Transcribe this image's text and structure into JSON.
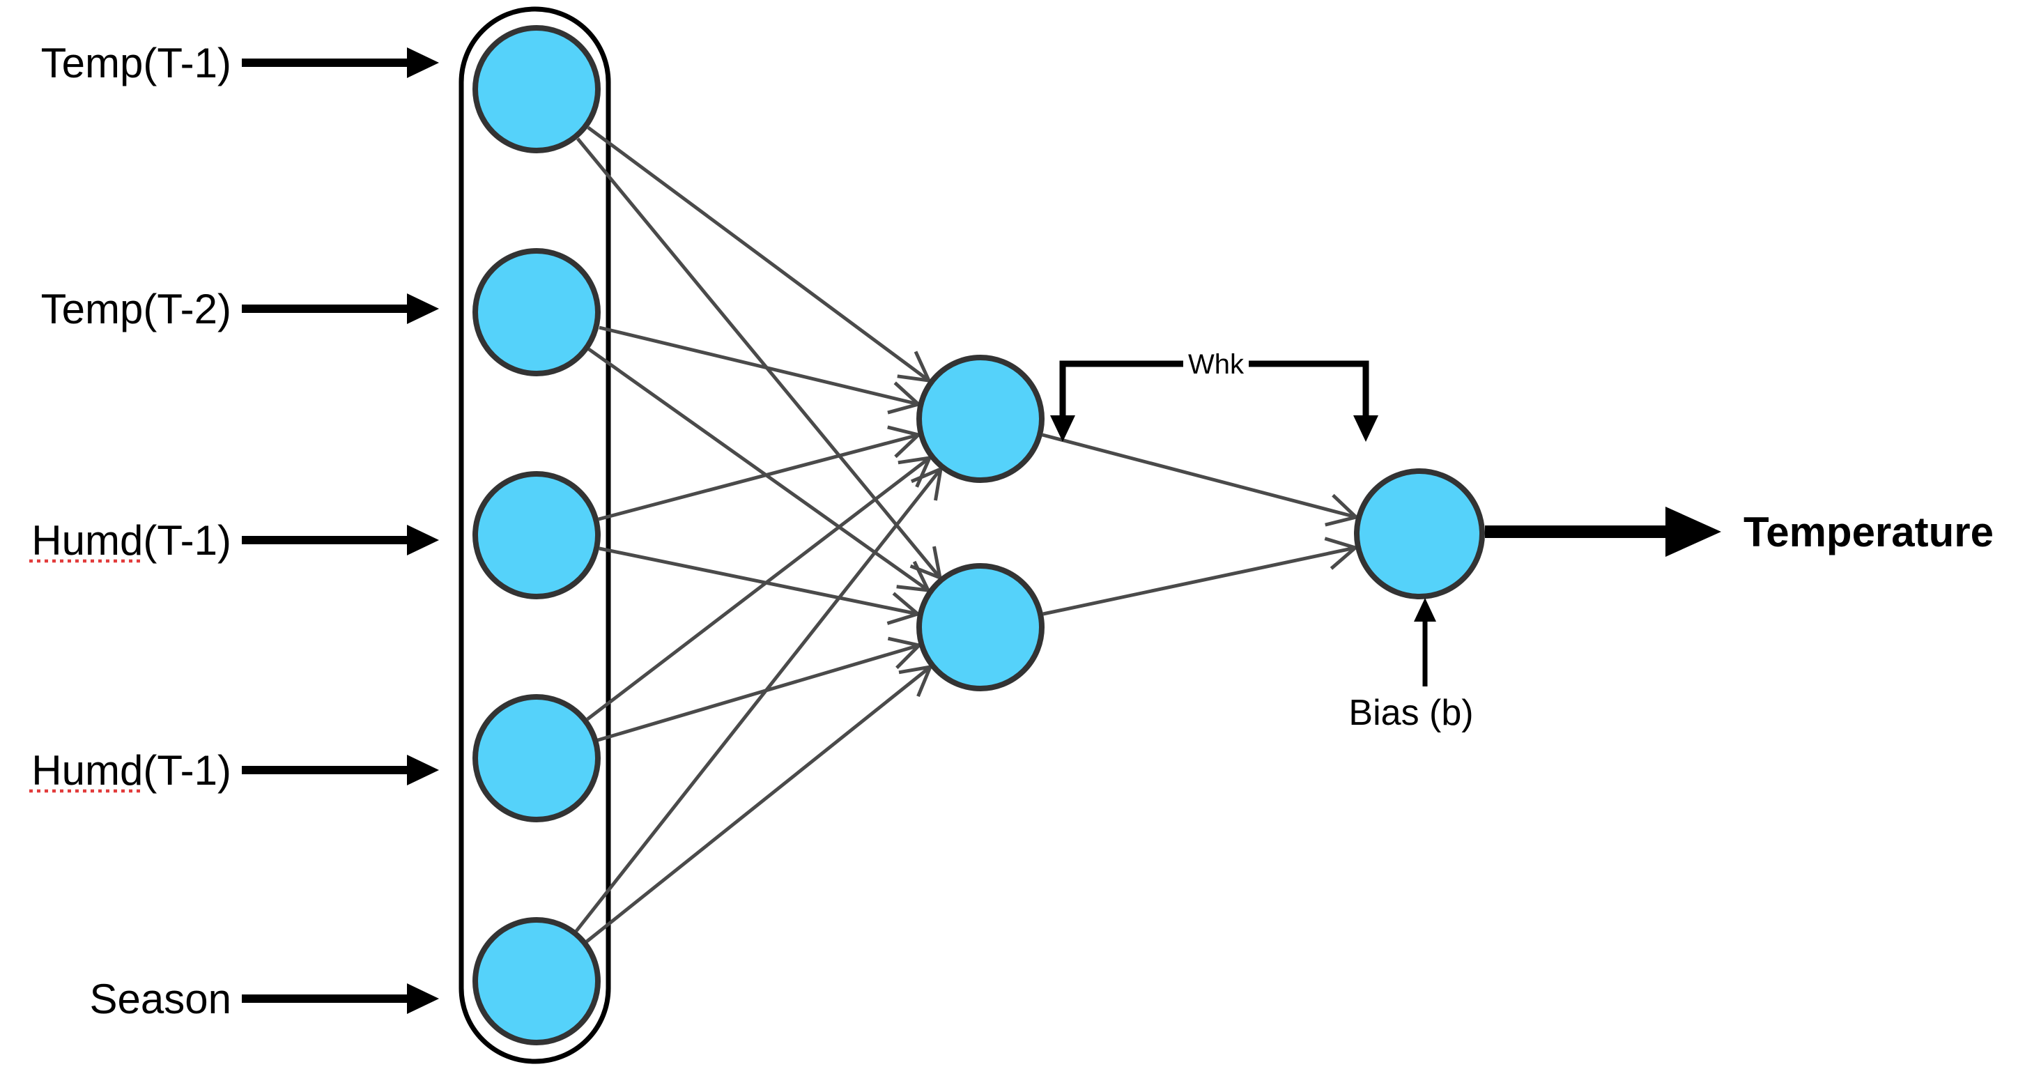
{
  "diagram_title": "feedforward-neural-network",
  "inputs": [
    {
      "label": "Temp(T-1)",
      "spellcheck_underline": false
    },
    {
      "label": "Temp(T-2)",
      "spellcheck_underline": false
    },
    {
      "label": "Humd(T-1)",
      "spellcheck_underline": true
    },
    {
      "label": "Humd(T-1)",
      "spellcheck_underline": true
    },
    {
      "label": "Season",
      "spellcheck_underline": false
    }
  ],
  "weight_label": "Whk",
  "bias_label": "Bias (b)",
  "output_label": "Temperature",
  "network": {
    "input_count": 5,
    "hidden_count": 2,
    "output_count": 1,
    "connections": "fully-connected input-to-hidden and hidden-to-output"
  },
  "colors": {
    "node_fill": "#55D2FA",
    "node_stroke": "#333333",
    "edge": "#4A4A4A",
    "arrow_black": "#000000",
    "spell_underline": "#E23B3B"
  }
}
